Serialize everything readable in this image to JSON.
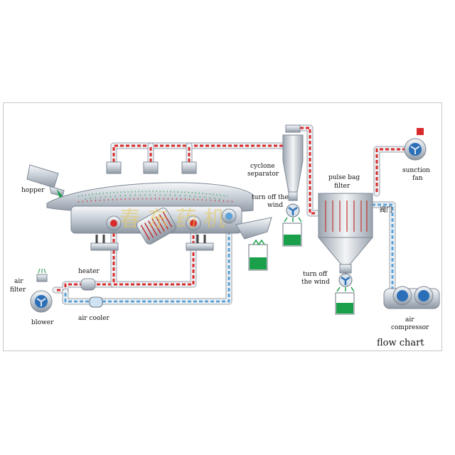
{
  "watermark": "春 东 药 机",
  "labels": {
    "hopper": "hopper",
    "air_filter_1": "air",
    "air_filter_2": "filter",
    "blower": "blower",
    "heater": "heater",
    "air_cooler": "air cooler",
    "cyclone_1": "cyclone",
    "cyclone_2": "separator",
    "turn_off_wind_1a": "turn off the",
    "turn_off_wind_1b": "wind",
    "pulse_bag_1": "pulse bag",
    "pulse_bag_2": "filter",
    "turn_off_wind_2a": "turn off",
    "turn_off_wind_2b": "the wind",
    "valve": "阀门",
    "suction_fan_1": "sunction",
    "suction_fan_2": "fan",
    "air_compressor_1": "air",
    "air_compressor_2": "compressor",
    "flow_chart": "flow chart"
  },
  "colors": {
    "hot_air": "#d92b2b",
    "cool_air": "#5aa2d8",
    "product": "#1aa04a",
    "fan": "#2a6fb8"
  }
}
